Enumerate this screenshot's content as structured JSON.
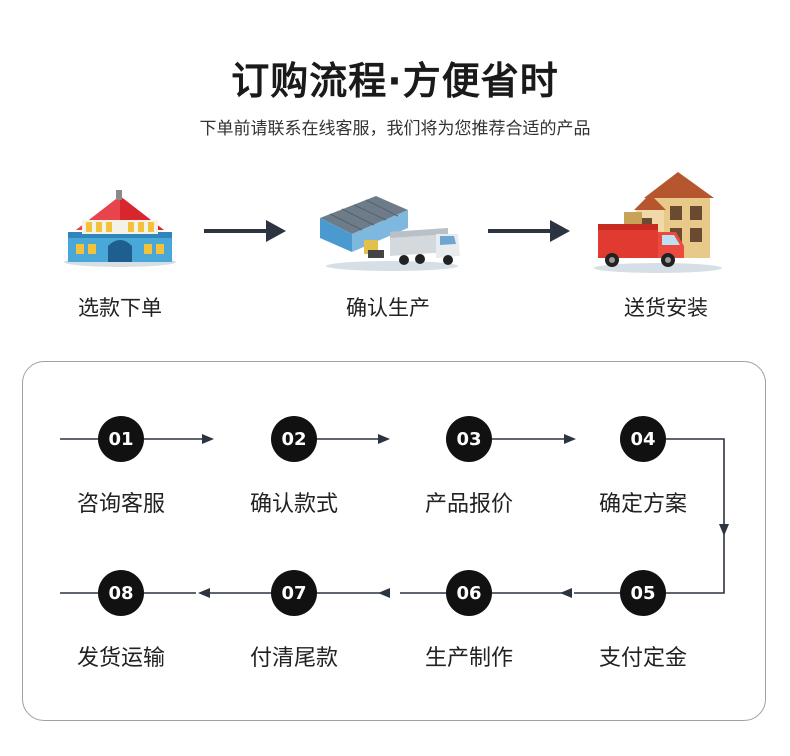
{
  "header": {
    "title": "订购流程·方便省时",
    "subtitle": "下单前请联系在线客服，我们将为您推荐合适的产品"
  },
  "steps": [
    {
      "label": "选款下单",
      "icon": "house-icon"
    },
    {
      "label": "确认生产",
      "icon": "factory-truck-icon"
    },
    {
      "label": "送货安装",
      "icon": "delivery-house-icon"
    }
  ],
  "flow": {
    "row1": [
      {
        "num": "01",
        "label": "咨询客服"
      },
      {
        "num": "02",
        "label": "确认款式"
      },
      {
        "num": "03",
        "label": "产品报价"
      },
      {
        "num": "04",
        "label": "确定方案"
      }
    ],
    "row2": [
      {
        "num": "08",
        "label": "发货运输"
      },
      {
        "num": "07",
        "label": "付清尾款"
      },
      {
        "num": "06",
        "label": "生产制作"
      },
      {
        "num": "05",
        "label": "支付定金"
      }
    ]
  },
  "colors": {
    "node": "#111111",
    "arrow": "#2b3440",
    "border": "#9aa2ab"
  }
}
